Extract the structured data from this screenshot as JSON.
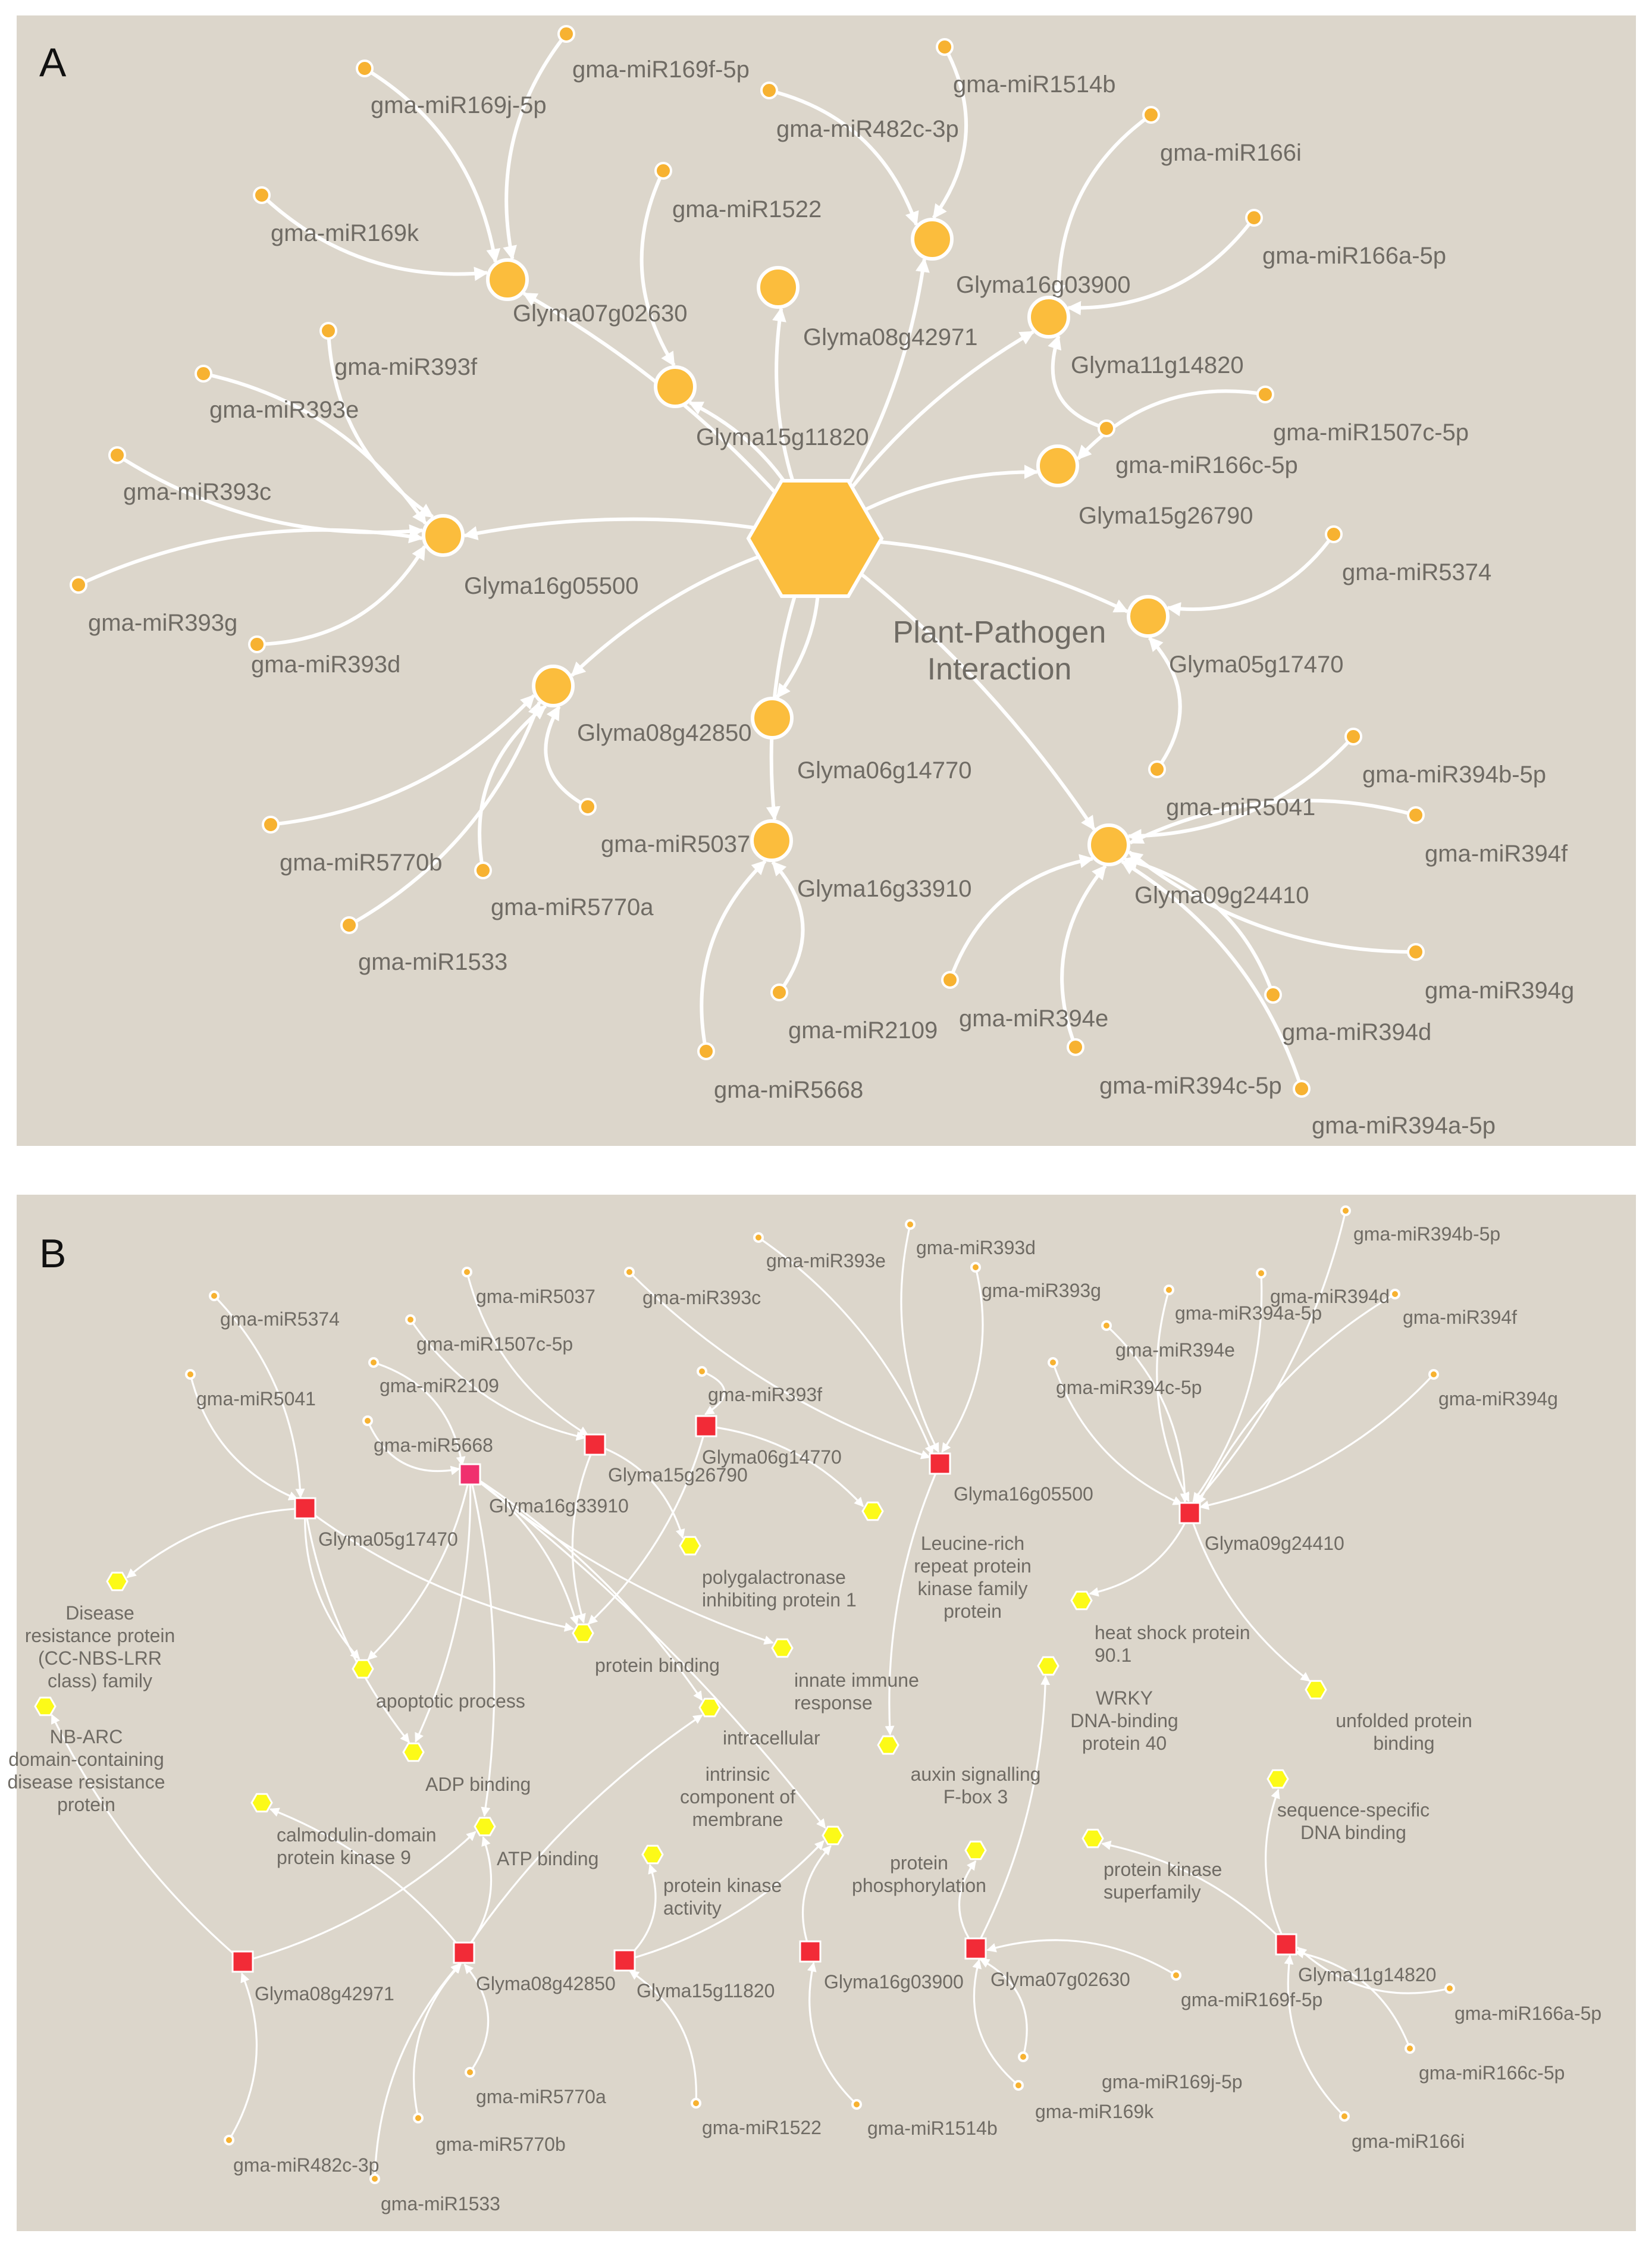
{
  "panels": {
    "a": {
      "letter": "A"
    },
    "b": {
      "letter": "B"
    }
  },
  "colors": {
    "panel_bg": "#dcd6cb",
    "edge": "#ffffff",
    "node_orange": "#fbbd3d",
    "node_mirna": "#f7b231",
    "gene_red": "#f22b37",
    "gene_pink": "#f0306e",
    "term_yellow": "#fcfa18"
  },
  "network_a": {
    "center": {
      "label_lines": [
        "Plant-Pathogen",
        "Interaction"
      ]
    },
    "genes": [
      "Glyma07g02630",
      "Glyma08g42971",
      "Glyma16g03900",
      "Glyma11g14820",
      "Glyma15g11820",
      "Glyma15g26790",
      "Glyma16g05500",
      "Glyma05g17470",
      "Glyma08g42850",
      "Glyma06g14770",
      "Glyma16g33910",
      "Glyma09g24410"
    ],
    "mirnas": [
      "gma-miR169f-5p",
      "gma-miR169j-5p",
      "gma-miR169k",
      "gma-miR482c-3p",
      "gma-miR1522",
      "gma-miR1514b",
      "gma-miR166i",
      "gma-miR166a-5p",
      "gma-miR1507c-5p",
      "gma-miR166c-5p",
      "gma-miR393f",
      "gma-miR393e",
      "gma-miR393c",
      "gma-miR393g",
      "gma-miR393d",
      "gma-miR5374",
      "gma-miR5041",
      "gma-miR394b-5p",
      "gma-miR394f",
      "gma-miR394g",
      "gma-miR394d",
      "gma-miR394c-5p",
      "gma-miR394a-5p",
      "gma-miR394e",
      "gma-miR5770b",
      "gma-miR5770a",
      "gma-miR1533",
      "gma-miR5037",
      "gma-miR2109",
      "gma-miR5668"
    ]
  },
  "network_b": {
    "genes": [
      "Glyma15g26790",
      "Glyma06g14770",
      "Glyma16g05500",
      "Glyma16g33910",
      "Glyma05g17470",
      "Glyma09g24410",
      "Glyma08g42971",
      "Glyma08g42850",
      "Glyma15g11820",
      "Glyma16g03900",
      "Glyma07g02630",
      "Glyma11g14820"
    ],
    "mirnas": [
      "gma-miR393d",
      "gma-miR393e",
      "gma-miR393c",
      "gma-miR393g",
      "gma-miR5037",
      "gma-miR5374",
      "gma-miR1507c-5p",
      "gma-miR2109",
      "gma-miR5041",
      "gma-miR393f",
      "gma-miR5668",
      "gma-miR394b-5p",
      "gma-miR394a-5p",
      "gma-miR394d",
      "gma-miR394f",
      "gma-miR394e",
      "gma-miR394c-5p",
      "gma-miR394g",
      "gma-miR5770a",
      "gma-miR5770b",
      "gma-miR482c-3p",
      "gma-miR1533",
      "gma-miR1522",
      "gma-miR1514b",
      "gma-miR169j-5p",
      "gma-miR169k",
      "gma-miR169f-5p",
      "gma-miR166a-5p",
      "gma-miR166c-5p",
      "gma-miR166i"
    ],
    "terms": [
      [
        "Disease",
        "resistance protein",
        "(CC-NBS-LRR",
        "class) family"
      ],
      [
        "NB-ARC",
        "domain-containing",
        "disease resistance",
        "protein"
      ],
      [
        "apoptotic process"
      ],
      [
        "ADP binding"
      ],
      [
        "calmodulin-domain",
        "protein kinase 9"
      ],
      [
        "ATP binding"
      ],
      [
        "protein binding"
      ],
      [
        "polygalactronase",
        "inhibiting protein 1"
      ],
      [
        "innate immune",
        "response"
      ],
      [
        "intracellular"
      ],
      [
        "intrinsic",
        "component of",
        "membrane"
      ],
      [
        "protein kinase",
        "activity"
      ],
      [
        "Leucine-rich",
        "repeat protein",
        "kinase family",
        "protein"
      ],
      [
        "auxin signalling",
        "F-box 3"
      ],
      [
        "protein",
        "phosphorylation"
      ],
      [
        "WRKY",
        "DNA-binding",
        "protein 40"
      ],
      [
        "heat shock protein",
        "90.1"
      ],
      [
        "unfolded protein",
        "binding"
      ],
      [
        "sequence-specific",
        "DNA binding"
      ],
      [
        "protein kinase",
        "superfamily"
      ]
    ]
  }
}
